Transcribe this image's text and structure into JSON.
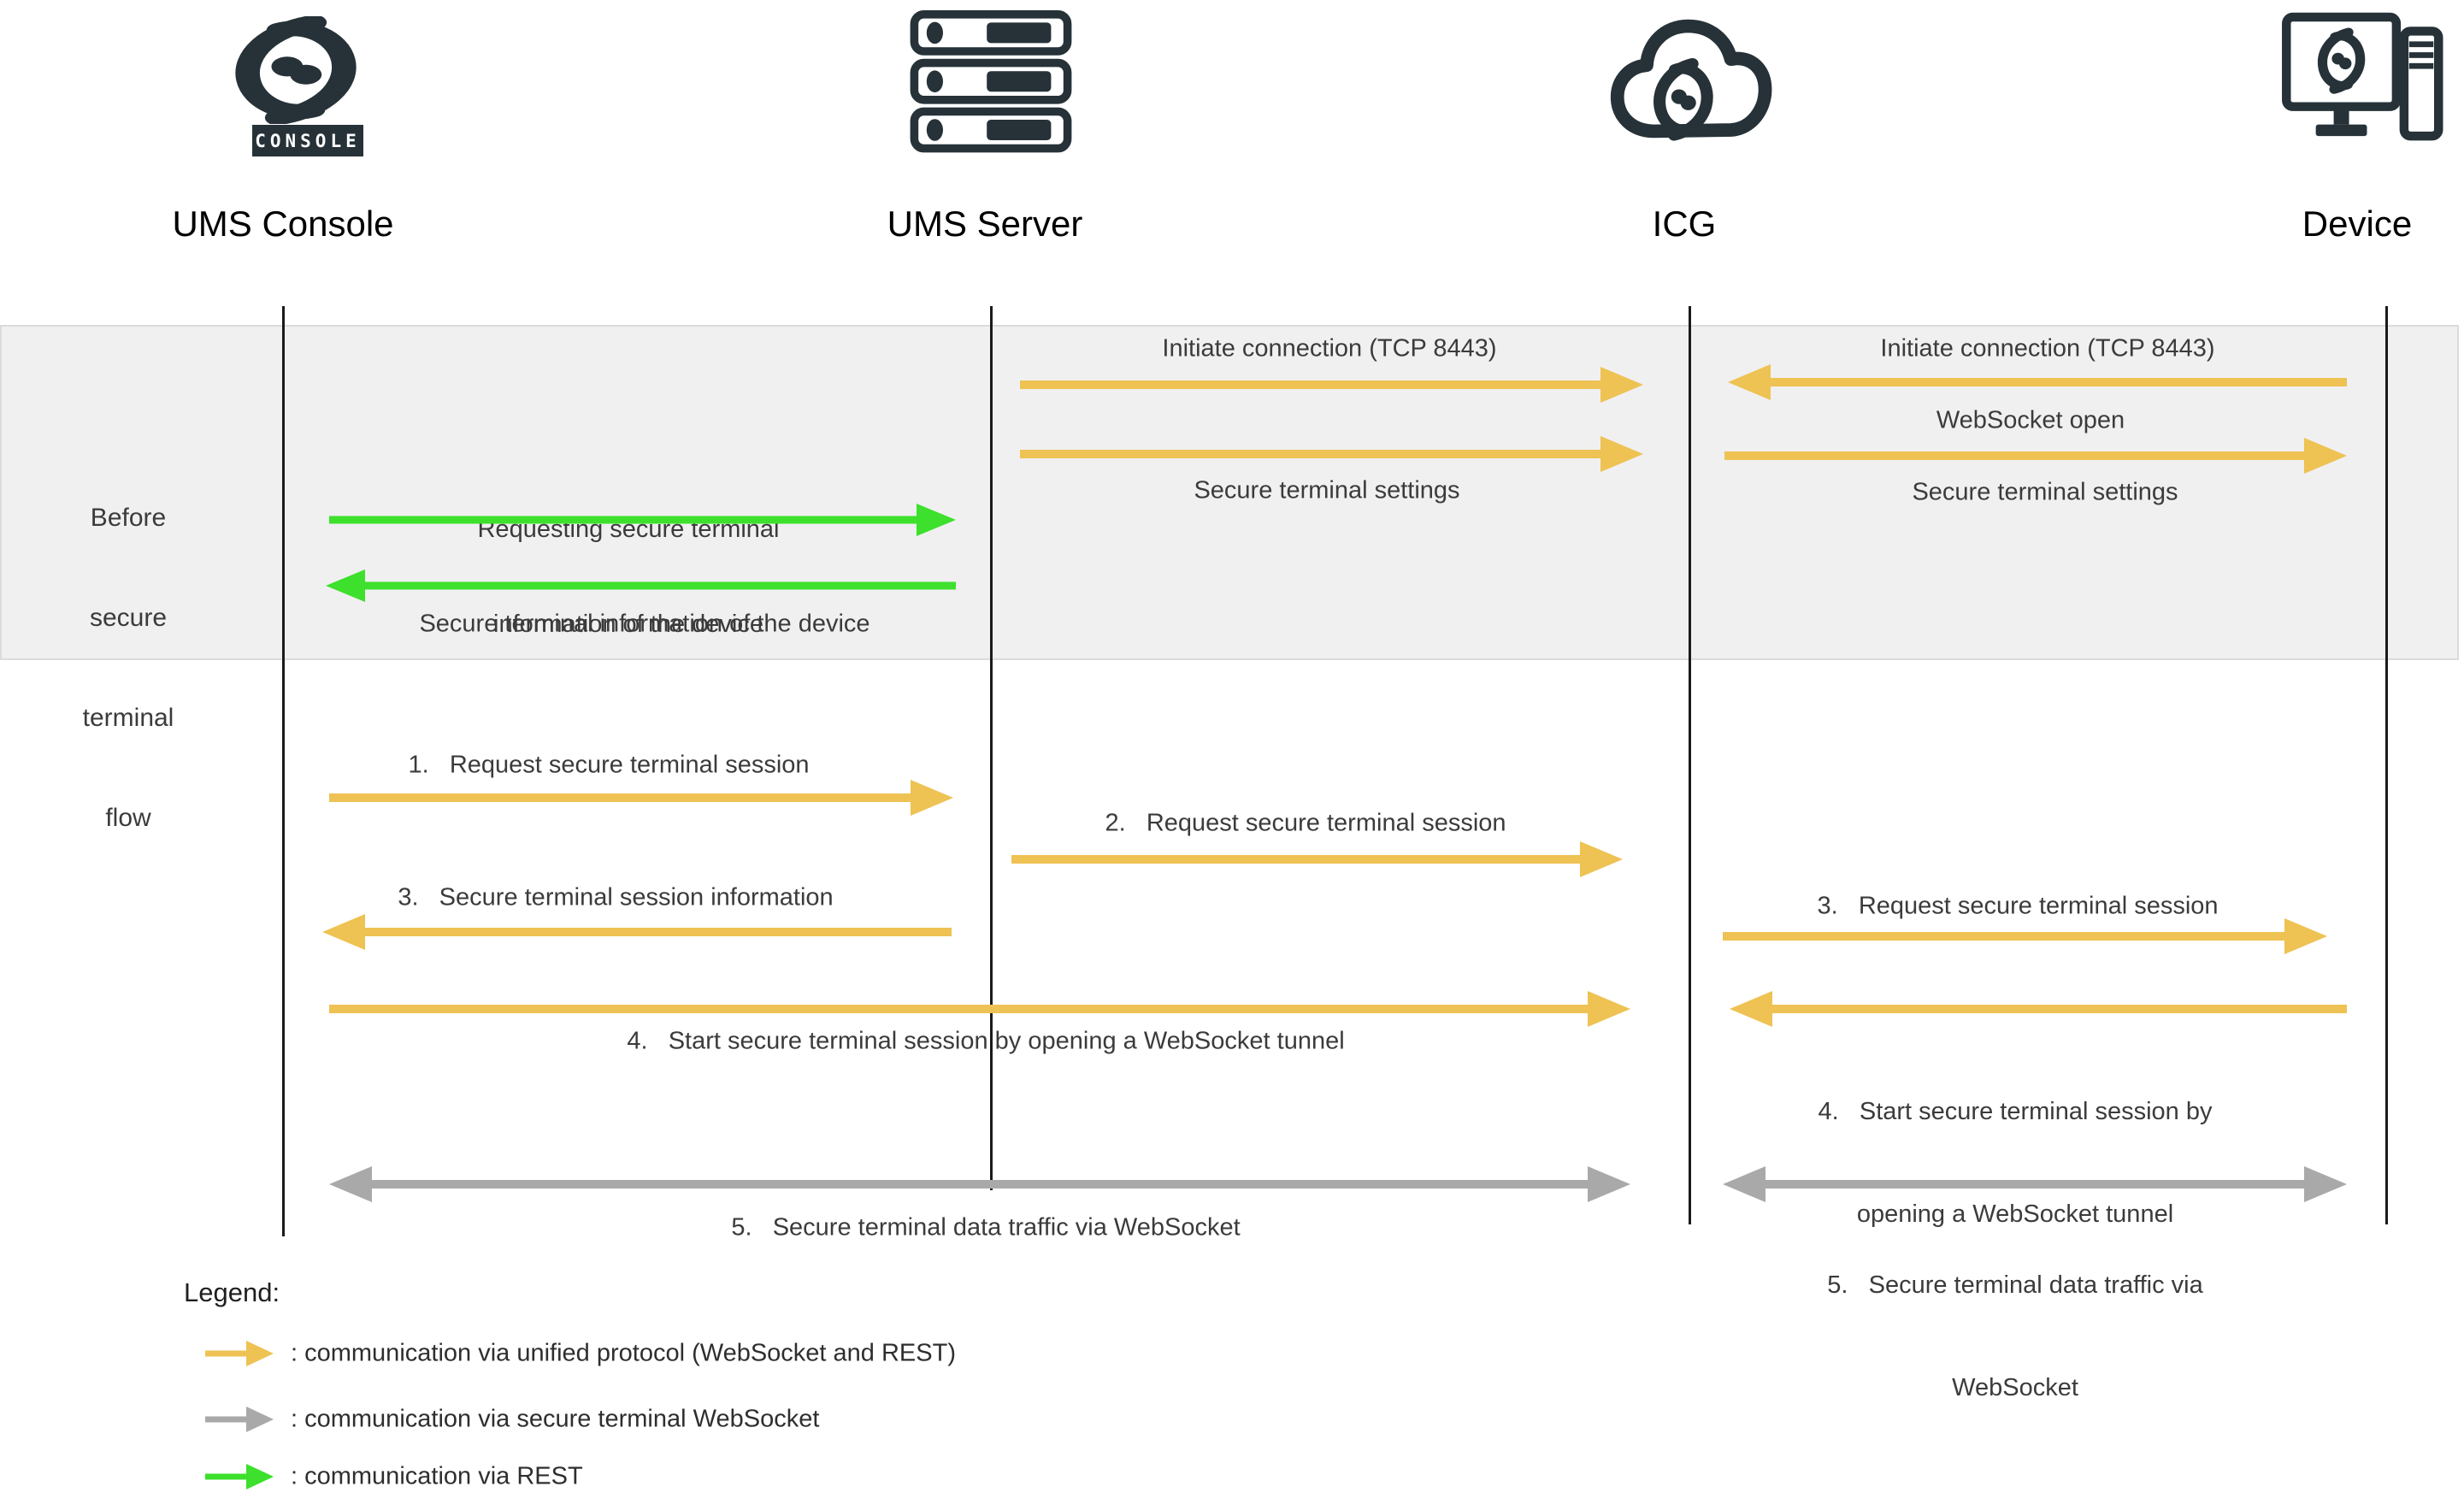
{
  "colors": {
    "dark": "#263238",
    "yellow": "#EEC253",
    "green": "#3DE02C",
    "gray": "#A9A9A9",
    "band": "#F0F0F1",
    "band_border": "#DBDBDB",
    "lifeline": "#1A1A1A",
    "text": "#3B3B3B"
  },
  "actors": {
    "console": {
      "label": "UMS Console",
      "badge": "CONSOLE",
      "icon": "igel-console-logo"
    },
    "server": {
      "label": "UMS Server",
      "icon": "server-stack-icon"
    },
    "icg": {
      "label": "ICG",
      "icon": "cloud-igel-icon"
    },
    "device": {
      "label": "Device",
      "icon": "workstation-igel-icon"
    }
  },
  "band": {
    "phase": {
      "line1": "Before",
      "line2": "secure",
      "line3": "terminal",
      "line4": "flow"
    },
    "console_server": {
      "request_line1": "Requesting secure terminal",
      "request_line2": "information of the device",
      "response": "Secure terminal information of the device"
    },
    "server_icg": {
      "initiate": "Initiate connection (TCP 8443)",
      "settings": "Secure terminal settings"
    },
    "icg_device": {
      "initiate": "Initiate connection (TCP 8443)",
      "websocket": "WebSocket open",
      "settings": "Secure terminal settings"
    }
  },
  "flow": {
    "step1": "1.   Request secure terminal session",
    "step2": "2.   Request secure terminal session",
    "step3_left": "3.   Secure terminal session information",
    "step3_right": "3.   Request secure terminal session",
    "step4_left": "4.   Start secure terminal session by opening a WebSocket tunnel",
    "step4_right_line1": "4.   Start secure terminal session by",
    "step4_right_line2": "opening a WebSocket tunnel",
    "step5_left": "5.   Secure terminal data traffic via WebSocket",
    "step5_right_line1": "5.   Secure terminal data traffic via",
    "step5_right_line2": "WebSocket"
  },
  "legend": {
    "title": "Legend:",
    "items": [
      {
        "icon": "yellow-arrow",
        "color": "yellow",
        "text": ": communication via unified protocol (WebSocket and REST)"
      },
      {
        "icon": "gray-arrow",
        "color": "gray",
        "text": ": communication via secure terminal WebSocket"
      },
      {
        "icon": "green-arrow",
        "color": "green",
        "text": ": communication via REST"
      }
    ]
  }
}
